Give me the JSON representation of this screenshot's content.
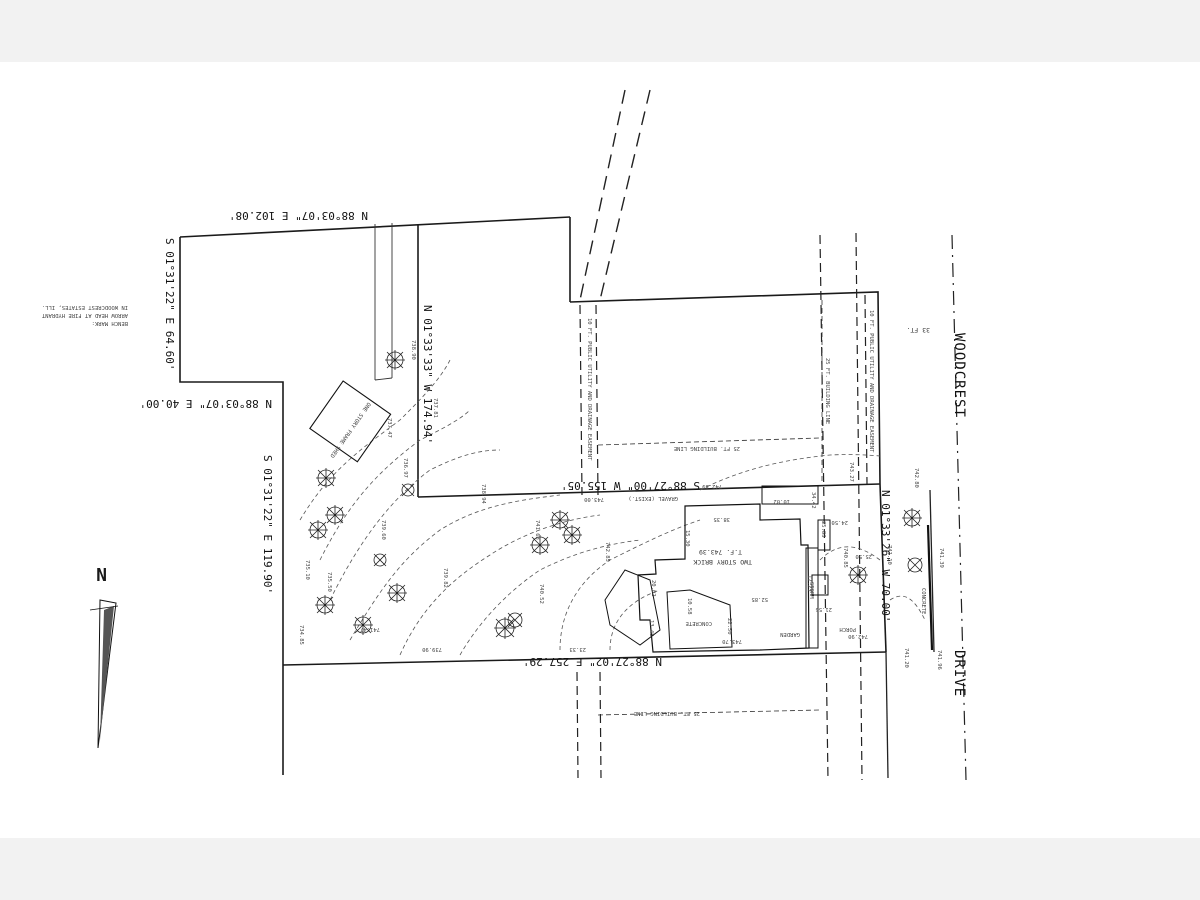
{
  "viewer": {
    "background": "#f2f2f2",
    "sheet_color": "#ffffff",
    "ink": "#1a1a1a"
  },
  "bearings": {
    "north_top": "N 88°03'07\" E 102.08'",
    "west_upper": "S 01°31'22\" E 64.60'",
    "notch_top": "N 88°03'07\" E 40.00'",
    "west_lower": "S 01°31'22\" E 119.90'",
    "south": "N 88°27'02\" E 257.29'",
    "middle_east_west": "S 88°27'00\" W 155.05'",
    "middle_north_south": "N 01°33'33\" W 174.94'",
    "east_front": "N 01°33'26\" W 70.00'"
  },
  "streets": {
    "upper": "WOODCREST",
    "lower": "DRIVE",
    "row_width": "33 FT."
  },
  "benchmark": {
    "title": "BENCH MARK:",
    "line1": "ARROW HEAD AT FIRE HYDRANT",
    "line2": "IN WOODCREST ESTATES, ILL."
  },
  "easements": {
    "utility_west": "10 FT. PUBLIC UTILITY AND DRAINAGE EASEMENT",
    "utility_east": "10 FT. PUBLIC UTILITY AND DRAINAGE EASEMENT",
    "building_line_vertical": "25 FT. BUILDING LINE",
    "building_line_upper": "25 FT. BUILDING LINE",
    "building_line_lower": "25 FT. BUILDING LINE"
  },
  "structures": {
    "house_line1": "TWO STORY BRICK",
    "house_line2": "T.F. 743.39",
    "shed": "ONE STORY FRAME SHED",
    "concrete_1": "CONCRETE",
    "concrete_2": "CONCRETE",
    "porch": "PORCH",
    "garden": "GARDEN",
    "gravel": "GRAVEL (EXIST.)",
    "storm": "STORM"
  },
  "north_arrow": {
    "letter": "N"
  },
  "elevations": [
    "742.89",
    "743.00",
    "741.39",
    "742.90",
    "739.90",
    "741.47",
    "740.52",
    "741.63",
    "738.90",
    "737.81",
    "735.10",
    "734.85",
    "739.60",
    "742.85",
    "743.70",
    "741.96",
    "741.20",
    "742.80",
    "743.27",
    "740.85",
    "741.10",
    "737.47",
    "736.97",
    "739.82",
    "738.94",
    "735.50"
  ],
  "dimensions": [
    "10.02",
    "25.83",
    "24.50",
    "34.42",
    "22.50",
    "13.45",
    "52.85",
    "10.58",
    "21.55",
    "38.35",
    "15.30",
    "25.50",
    "12.23",
    "20.02",
    "23.33"
  ]
}
